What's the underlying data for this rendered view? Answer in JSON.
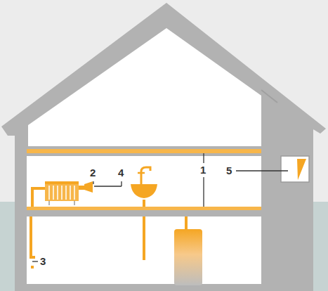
{
  "diagram": {
    "labels": [
      "2",
      "4",
      "1",
      "5",
      "3"
    ]
  }
}
